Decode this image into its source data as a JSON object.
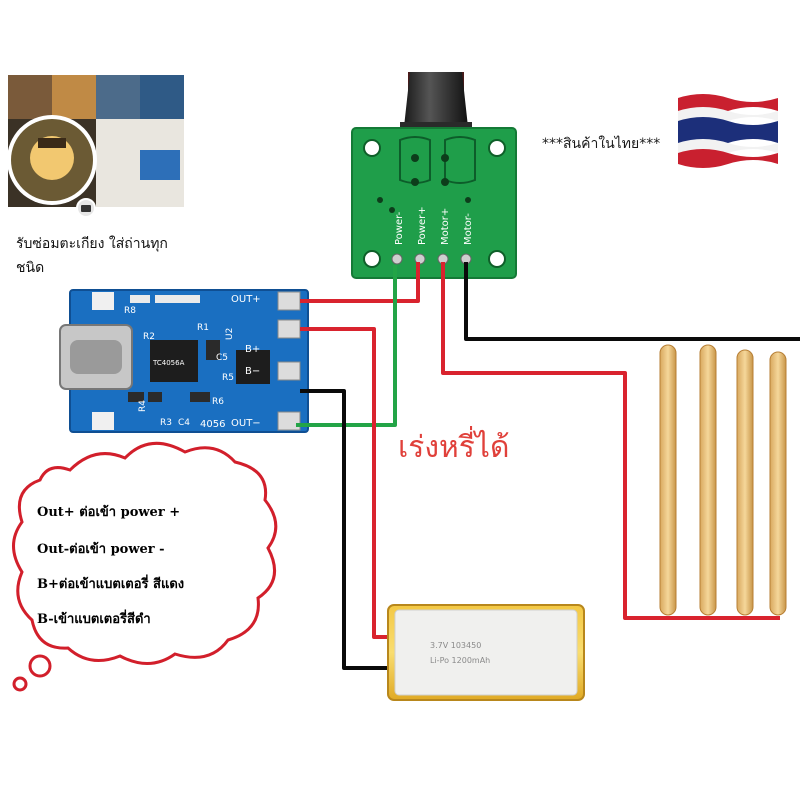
{
  "profile": {
    "name_line1": "รับซ่อมตะเกียง ใส่ถ่านทุก",
    "name_line2": "ชนิด"
  },
  "origin_note": "***สินค้าในไทย***",
  "speed_note": "เร่งหรี่ได้",
  "charger_board": {
    "pins": {
      "out_plus": "OUT+",
      "b_plus": "B+",
      "b_minus": "B−",
      "out_minus": "OUT−"
    },
    "model": "4056",
    "chip_label": "TC4056A",
    "components": [
      "R8",
      "R2",
      "R1",
      "U2",
      "R6",
      "R3",
      "C4",
      "R4",
      "R5",
      "C5"
    ]
  },
  "speed_controller": {
    "pins": [
      "Power-",
      "Power+",
      "Motor+",
      "Motor-"
    ]
  },
  "battery": {
    "line1": "3.7V   103450",
    "line2": "Li-Po   1200mAh"
  },
  "instructions": [
    "Out+ ต่อเข้า power +",
    "Out-ต่อเข้า power -",
    "B+ต่อเข้าแบตเตอรี่ สีแดง",
    "B-เข้าแบตเตอรี่สีดำ"
  ],
  "wire_colors": {
    "red": "#d9232e",
    "black": "#0a0a0a",
    "green": "#23a447"
  },
  "board_colors": {
    "charger": "#1a6fc1",
    "controller": "#1f9e4a"
  }
}
